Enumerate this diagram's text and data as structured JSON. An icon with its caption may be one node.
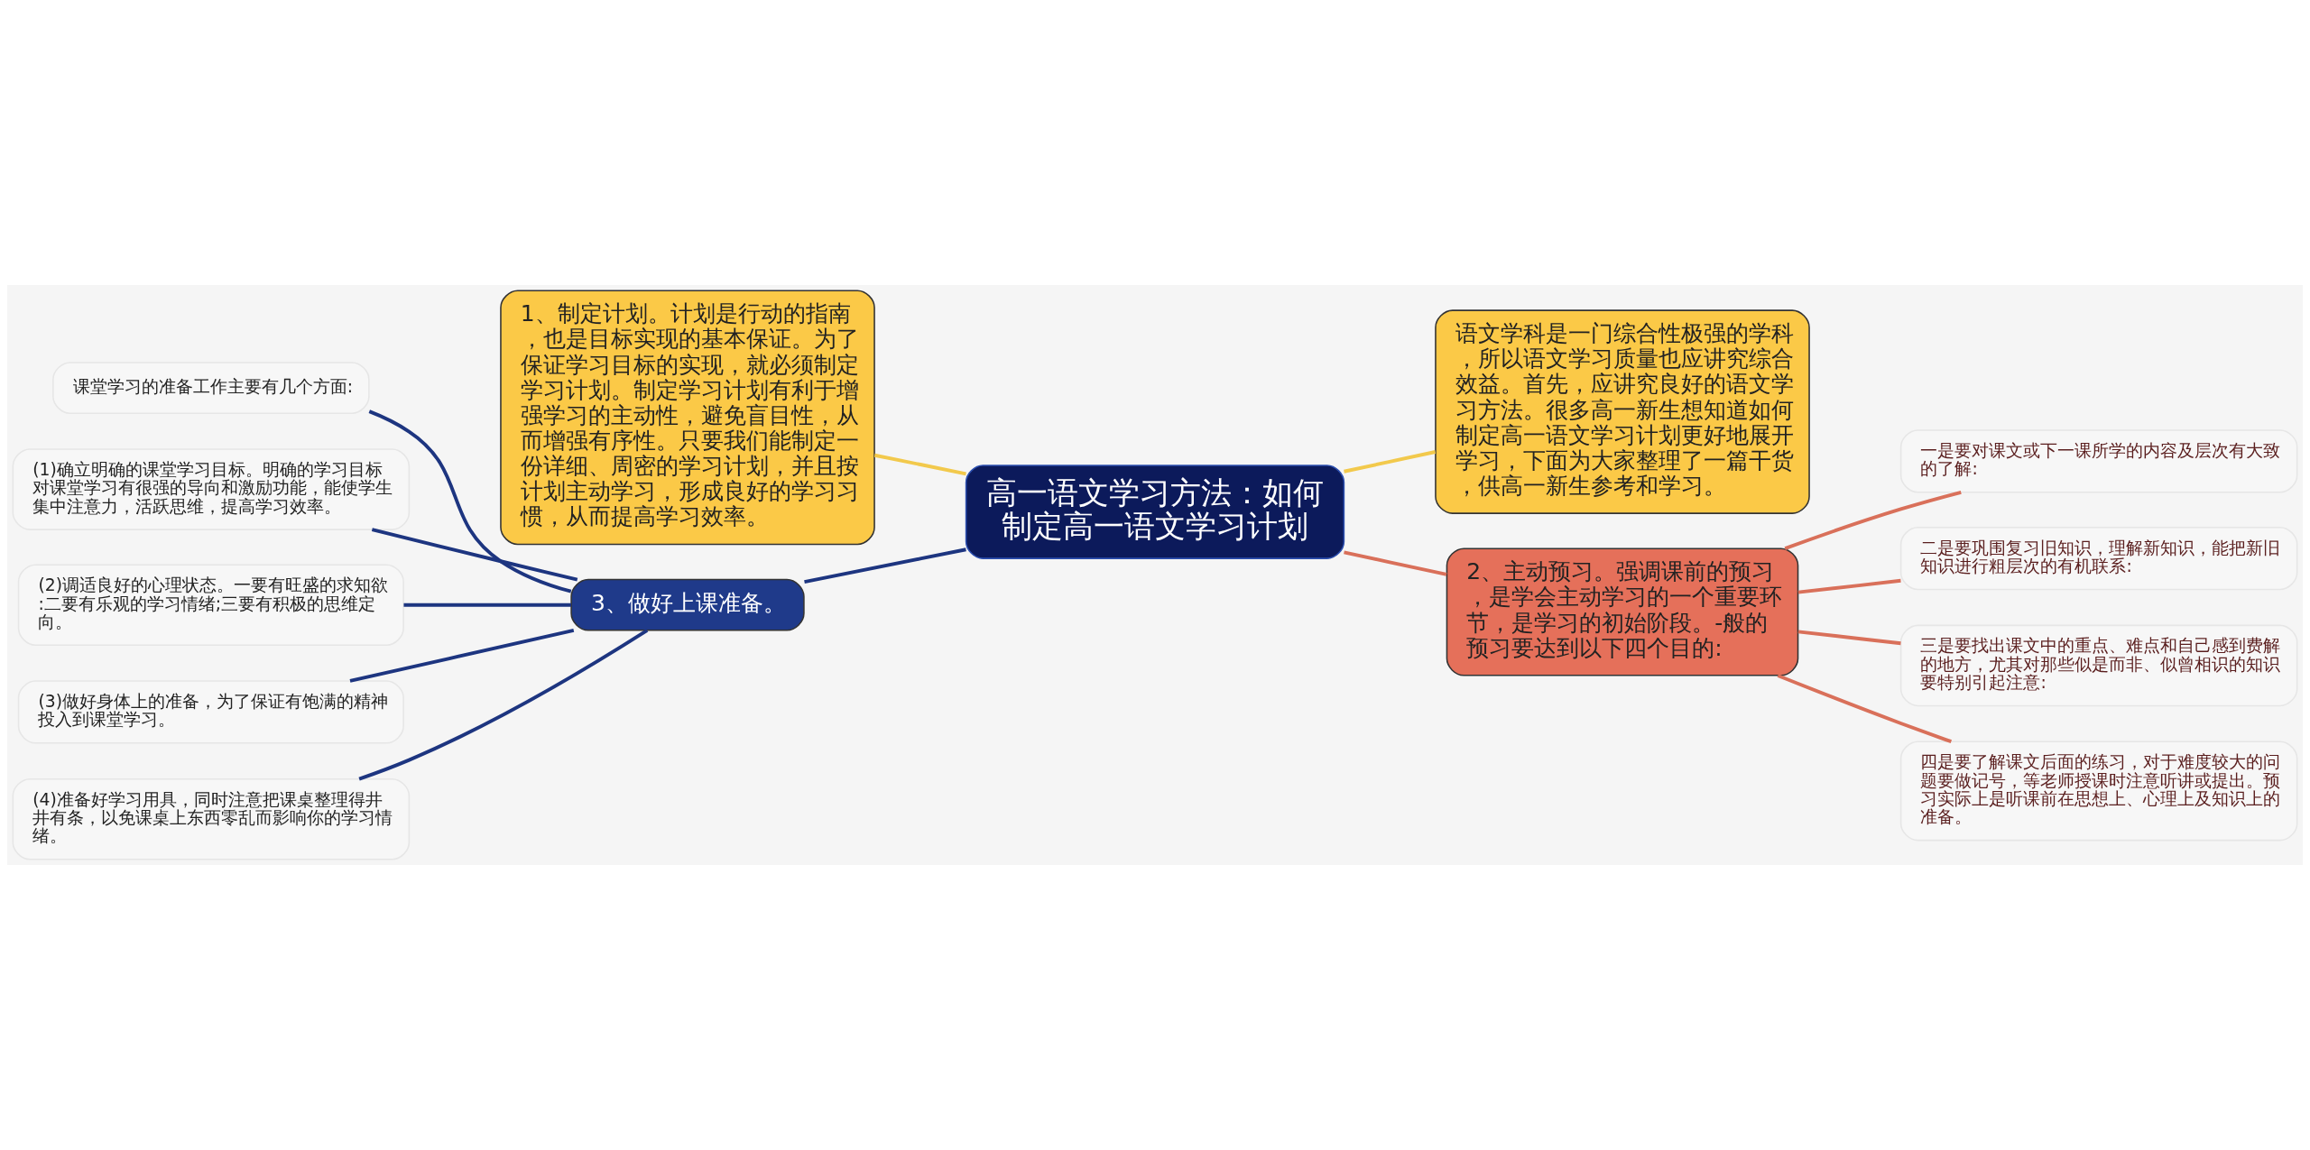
{
  "diagram": {
    "nodes": [
      {
        "text": [
          "高一语文学习方法：如何制定高一语文学习计划"
        ]
      },
      {
        "text": [
          "1、制定计划。计划是行动的指南，也是目标实现的基本保证。为了保证学习目标的实现，就必须制定学习计划。制定学习计划有利于增强学习的主动性，避免盲目性，从而增强有序性。只要我们能制定一份详细、周密的学习计划，并且按计划主动学习，形成良好的学习习惯，从而提高学习效率。"
        ]
      },
      {
        "text": [
          "语文学科是一门综合性极强的学科，所以语文学习质量也应讲究综合效益。首先，应讲究良好的语文学习方法。很多高一新生想知道如何制定高一语文学习计划更好地展开学习，下面为大家整理了一篇干货，供高一新生参考和学习。"
        ]
      },
      {
        "text": [
          "3、做好上课准备。"
        ]
      },
      {
        "text": [
          "2、主动预习。强调课前的预习，是学会主动学习的一个重要环节，是学习的初始阶段。-般的预习要达到以下四个目的:"
        ]
      },
      {
        "text": [
          "课堂学习的准备工作主要有几个方面:"
        ]
      },
      {
        "text": [
          "(1)确立明确的课堂学习目标。明确的学习目标对课堂学习有很强的导向和激励功能，能使学生集中注意力，活跃思维，提高学习效率。"
        ]
      },
      {
        "text": [
          "(2)调适良好的心理状态。一要有旺盛的求知欲:二要有乐观的学习情绪;三要有积极的思维定向。"
        ]
      },
      {
        "text": [
          "(3)做好身体上的准备，为了保证有饱满的精神投入到课堂学习。"
        ]
      },
      {
        "text": [
          "(4)准备好学习用具，同时注意把课桌整理得井井有条，以免课桌上东西零乱而影响你的学习情绪。"
        ]
      },
      {
        "text": [
          "一是要对课文或下一课所学的内容及层次有大致的了解:"
        ]
      },
      {
        "text": [
          "二是要巩围复习旧知识，理解新知识，能把新旧知识进行粗层次的有机联系:"
        ]
      },
      {
        "text": [
          "三是要找出课文中的重点、难点和自己感到费解的地方，尤其对那些似是而非、似曾相识的知识要特别引起注意:"
        ]
      },
      {
        "text": [
          "四是要了解课文后面的练习，对于难度较大的问题要做记号，等老师授课时注意听讲或提出。预习实际上是听课前在思想上、心理上及知识上的准备。"
        ]
      }
    ],
    "edges": [
      {
        "from": 0,
        "to": 1,
        "arrow": "none",
        "color": "#f2c94c"
      },
      {
        "from": 0,
        "to": 2,
        "arrow": "none",
        "color": "#f2c94c"
      },
      {
        "from": 0,
        "to": 3,
        "arrow": "none"
      },
      {
        "from": 0,
        "to": 4,
        "arrow": "none",
        "color": "#d9705a"
      },
      {
        "from": 3,
        "to": 5,
        "arrow": "none"
      },
      {
        "from": 3,
        "to": 6,
        "arrow": "none"
      },
      {
        "from": 3,
        "to": 7,
        "arrow": "none"
      },
      {
        "from": 3,
        "to": 8,
        "arrow": "none"
      },
      {
        "from": 3,
        "to": 9,
        "arrow": "none"
      },
      {
        "from": 4,
        "to": 10,
        "arrow": "none",
        "color": "#d9705a"
      },
      {
        "from": 4,
        "to": 11,
        "arrow": "none",
        "color": "#d9705a"
      },
      {
        "from": 4,
        "to": 12,
        "arrow": "none",
        "color": "#d9705a"
      },
      {
        "from": 4,
        "to": 13,
        "arrow": "none",
        "color": "#d9705a"
      }
    ]
  }
}
